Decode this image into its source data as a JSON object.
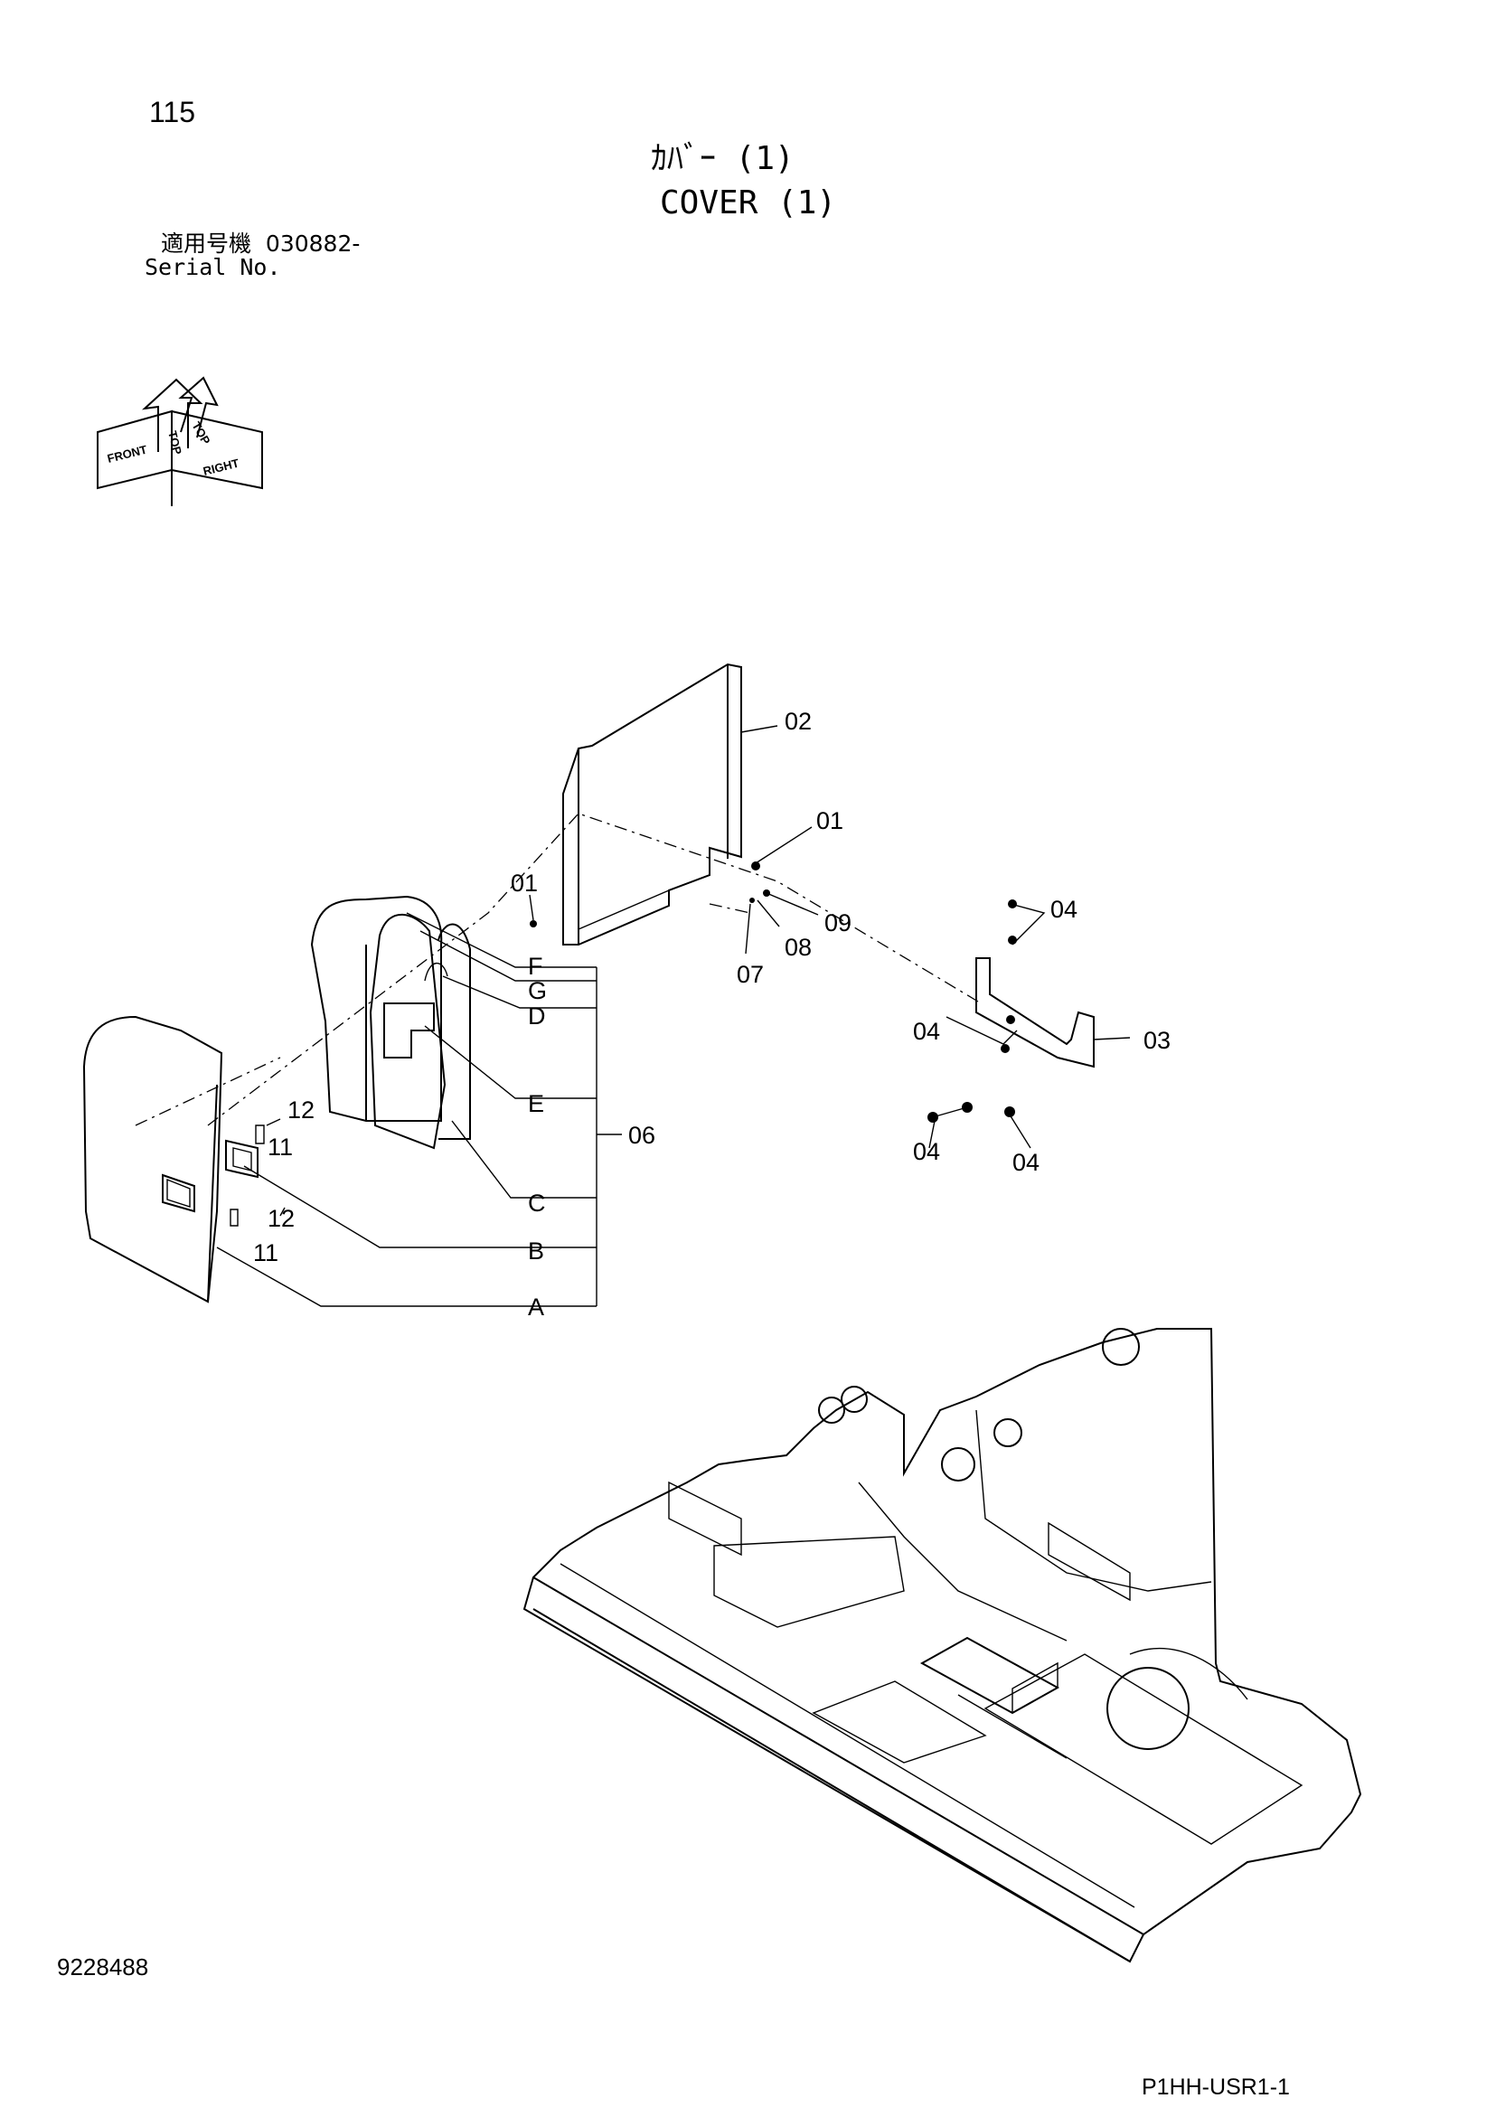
{
  "page_number": "115",
  "title_jp": "ｶﾊﾞｰ (1)",
  "title_en": "COVER (1)",
  "serial_label_jp": "適用号機",
  "serial_number": "030882-",
  "serial_label_en": "Serial No.",
  "document_number": "9228488",
  "document_code": "P1HH-USR1-1",
  "orientation": {
    "top_1": "TOP",
    "top_2": "TOP",
    "front": "FRONT",
    "right": "RIGHT"
  },
  "callouts": {
    "c02": "02",
    "c01a": "01",
    "c01b": "01",
    "c09": "09",
    "c08": "08",
    "c07": "07",
    "c04a": "04",
    "c04b": "04",
    "c03": "03",
    "c04c": "04",
    "c04d": "04",
    "cF": "F",
    "cG": "G",
    "cD": "D",
    "cE": "E",
    "cC": "C",
    "cB": "B",
    "cA": "A",
    "c06": "06",
    "c12a": "12",
    "c11a": "11",
    "c12b": "12",
    "c11b": "11"
  }
}
